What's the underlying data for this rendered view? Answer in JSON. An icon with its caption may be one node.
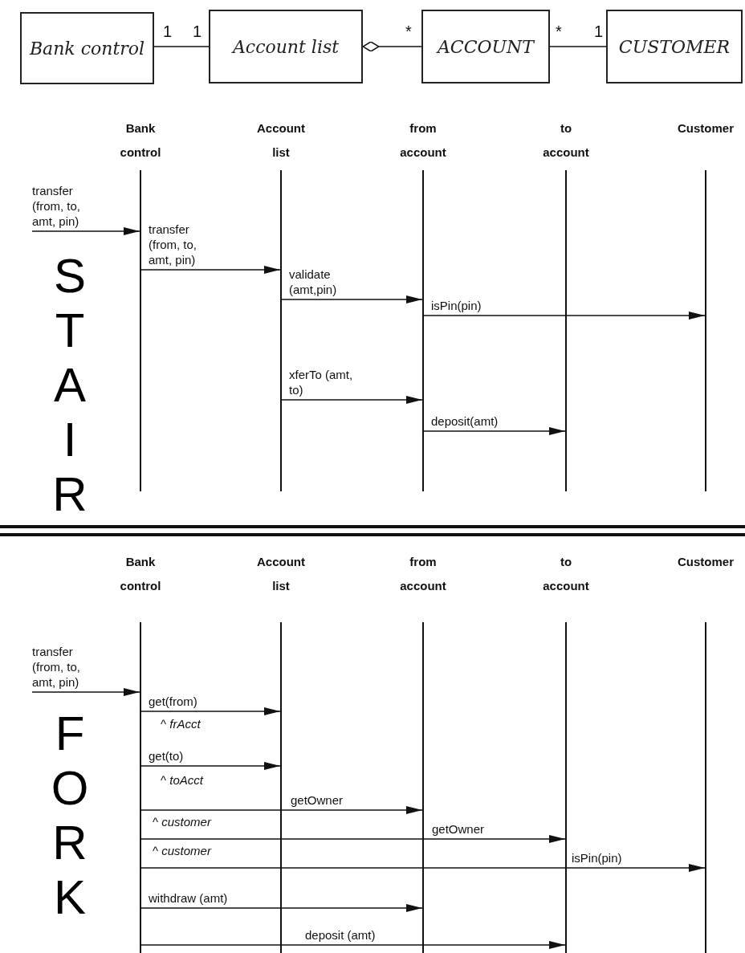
{
  "diagram": {
    "nodes": [
      {
        "text": [
          "Bank control"
        ]
      },
      {
        "text": [
          "Account list"
        ]
      },
      {
        "text": [
          "ACCOUNT"
        ]
      },
      {
        "text": [
          "CUSTOMER"
        ]
      },
      {
        "text": [
          "Bank control"
        ]
      },
      {
        "text": [
          "Account list"
        ]
      },
      {
        "text": [
          "from account"
        ]
      },
      {
        "text": [
          "to account"
        ]
      },
      {
        "text": [
          "Customer"
        ]
      },
      {
        "text": [
          "Bank control"
        ]
      },
      {
        "text": [
          "Account list"
        ]
      },
      {
        "text": [
          "from account"
        ]
      },
      {
        "text": [
          "to account"
        ]
      },
      {
        "text": [
          "Customer"
        ]
      }
    ],
    "edges": [
      {
        "from": 0,
        "to": 1,
        "arrow": "none"
      },
      {
        "from": 1,
        "to": 2,
        "arrow": "other"
      },
      {
        "from": 2,
        "to": 3,
        "arrow": "none"
      },
      {
        "from": null,
        "to": 4,
        "arrow": "to",
        "label": "transfer (from, to, amt, pin)"
      },
      {
        "from": 4,
        "to": 5,
        "arrow": "to",
        "label": "transfer (from, to, amt, pin)"
      },
      {
        "from": 5,
        "to": 6,
        "arrow": "to",
        "label": "validate (amt,pin)"
      },
      {
        "from": 6,
        "to": 8,
        "arrow": "to",
        "label": "isPin(pin)"
      },
      {
        "from": 5,
        "to": 6,
        "arrow": "to",
        "label": "xferTo (amt, to)"
      },
      {
        "from": 6,
        "to": 7,
        "arrow": "to",
        "label": "deposit(amt)"
      },
      {
        "from": null,
        "to": 9,
        "arrow": "to",
        "label": "transfer (from, to, amt, pin)"
      },
      {
        "from": 9,
        "to": 10,
        "arrow": "to",
        "label": "get(from)"
      },
      {
        "from": 9,
        "to": 10,
        "arrow": "to",
        "label": "get(to)"
      },
      {
        "from": 9,
        "to": 11,
        "arrow": "to",
        "label": "getOwner"
      },
      {
        "from": 9,
        "to": 12,
        "arrow": "to",
        "label": "getOwner"
      },
      {
        "from": 9,
        "to": 13,
        "arrow": "to",
        "label": "isPin(pin)"
      },
      {
        "from": 9,
        "to": 11,
        "arrow": "to",
        "label": "withdraw (amt)"
      },
      {
        "from": 9,
        "to": 12,
        "arrow": "to",
        "label": "deposit (amt)"
      }
    ],
    "labels": [
      "1",
      "1",
      "*",
      "*",
      "1",
      "STAIR",
      "^ *frAcct*",
      "^ *toAcct*",
      "^ *customer*",
      "^ *customer*",
      "FORK"
    ]
  }
}
